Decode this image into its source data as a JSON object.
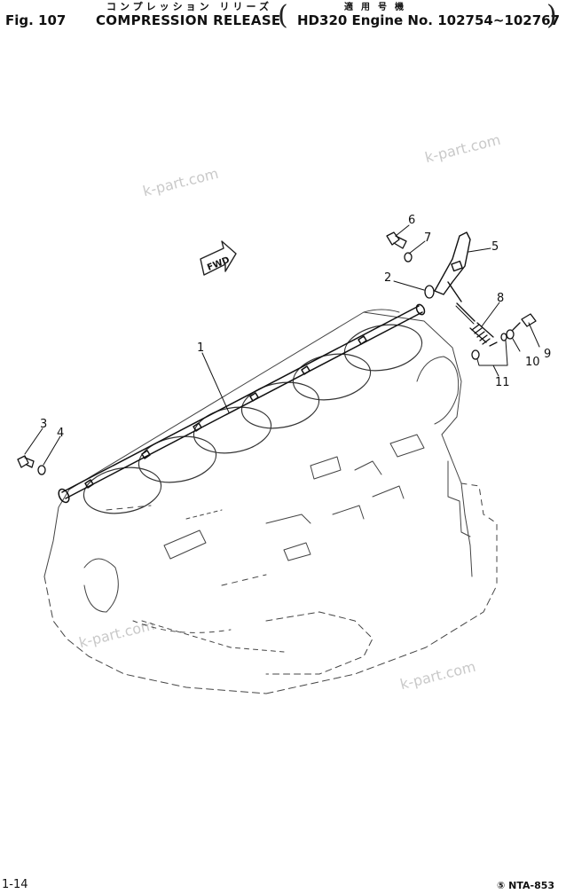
{
  "header": {
    "fig_label": "Fig. 107",
    "title_en": "COMPRESSION RELEASE",
    "title_jp": "コンプレッション リリーズ",
    "applicability_jp": "適用号機",
    "applicability_en": "HD320 Engine No. 102754~102767"
  },
  "watermark": "k-part.com",
  "fwd_label": "FWD",
  "callouts": [
    "1",
    "2",
    "3",
    "4",
    "5",
    "6",
    "7",
    "8",
    "9",
    "10",
    "11"
  ],
  "footer": {
    "page": "1-14",
    "doc_code": "⑤ NTA-853"
  }
}
